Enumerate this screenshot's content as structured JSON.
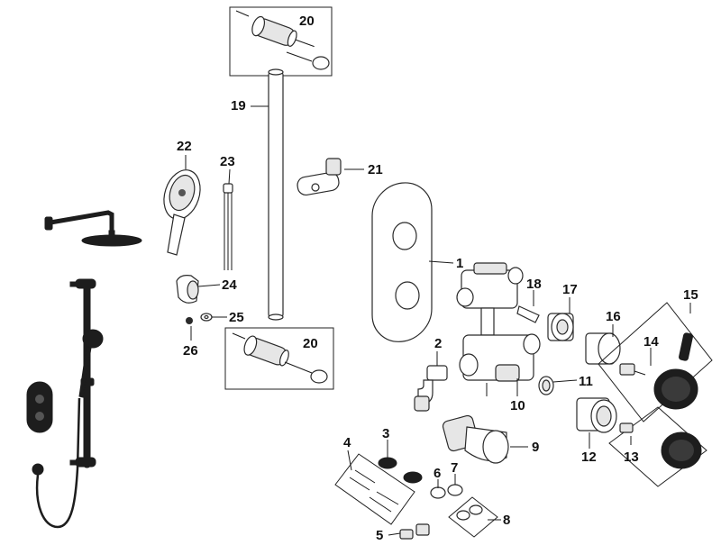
{
  "colors": {
    "line": "#1a1a1a",
    "product": "#1d1d1d",
    "background": "#ffffff"
  },
  "callouts": {
    "c1": "1",
    "c2": "2",
    "c3": "3",
    "c4": "4",
    "c5": "5",
    "c6": "6",
    "c7": "7",
    "c8": "8",
    "c9": "9",
    "c10": "10",
    "c11": "11",
    "c12": "12",
    "c13": "13",
    "c14": "14",
    "c15": "15",
    "c16": "16",
    "c17": "17",
    "c18": "18",
    "c19": "19",
    "c20a": "20",
    "c20b": "20",
    "c21": "21",
    "c22": "22",
    "c23": "23",
    "c24": "24",
    "c25": "25",
    "c26": "26"
  }
}
